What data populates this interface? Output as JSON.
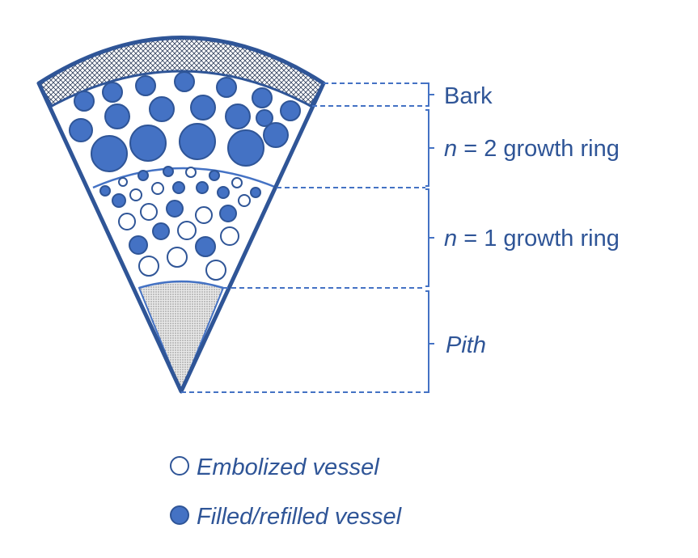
{
  "labels": {
    "bark": "Bark",
    "ring2_n": "n",
    "ring2_rest": " = 2 growth ring",
    "ring1_n": "n",
    "ring1_rest": " = 1 growth ring",
    "pith": "Pith"
  },
  "legend": {
    "embolized": "Embolized vessel",
    "filled": "Filled/refilled vessel"
  },
  "colors": {
    "primary": "#2f5597",
    "vessel_fill": "#4472c4",
    "bracket": "#4472c4",
    "background": "#ffffff"
  }
}
